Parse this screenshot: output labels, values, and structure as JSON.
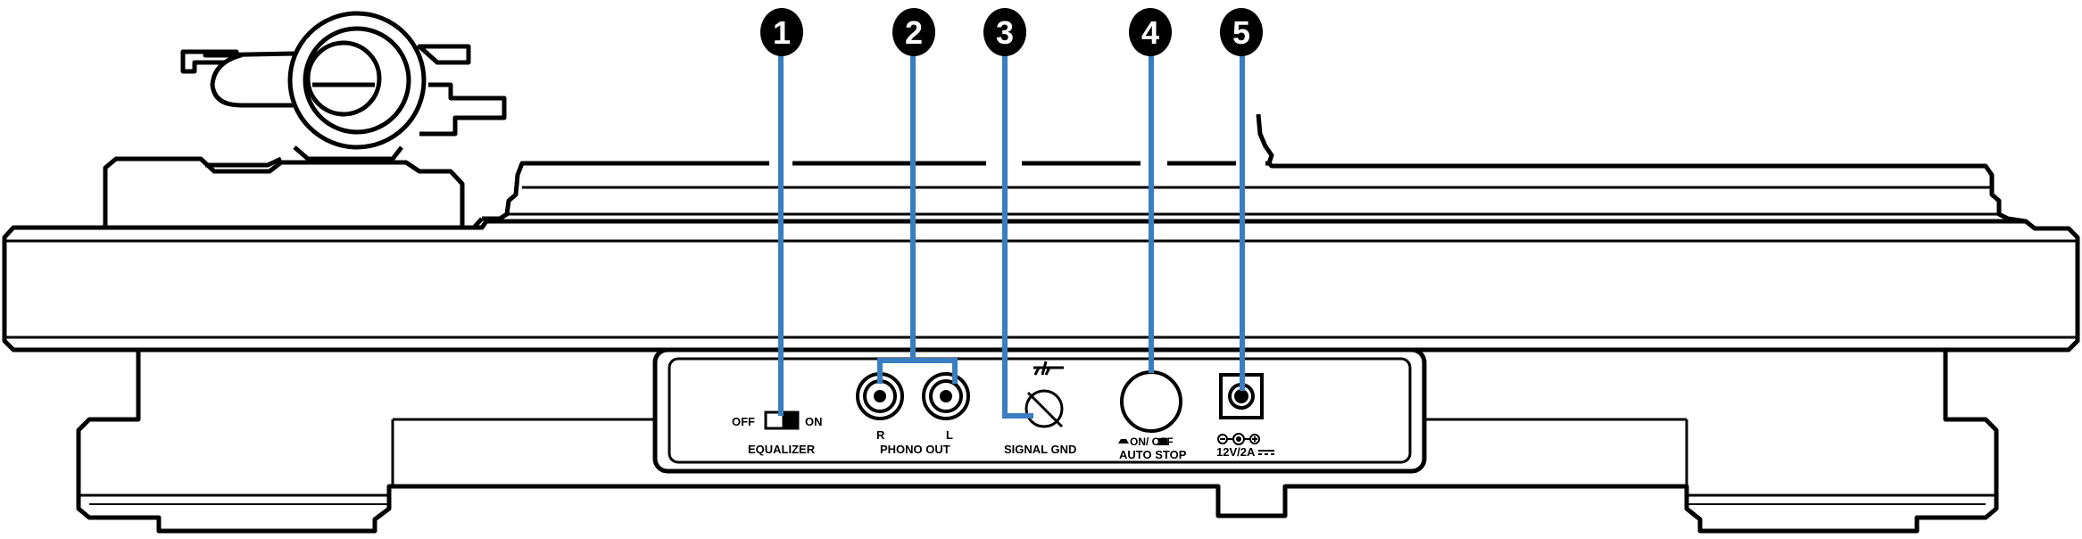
{
  "callouts": [
    {
      "number": "1",
      "name": "equalizer-switch"
    },
    {
      "number": "2",
      "name": "phono-out-jacks"
    },
    {
      "number": "3",
      "name": "signal-gnd-terminal"
    },
    {
      "number": "4",
      "name": "auto-stop-button"
    },
    {
      "number": "5",
      "name": "dc-in-jack"
    }
  ],
  "labels": {
    "equalizer_off": "OFF",
    "equalizer_on": "ON",
    "equalizer": "EQUALIZER",
    "phono_r": "R",
    "phono_l": "L",
    "phono_out": "PHONO OUT",
    "signal_gnd": "SIGNAL GND",
    "auto_stop_state": "ON/ OFF",
    "auto_stop": "AUTO STOP",
    "power_spec": "12V/2A"
  },
  "colors": {
    "outline": "#000000",
    "callout_line": "#3a7dc0",
    "callout_badge": "#000000"
  }
}
